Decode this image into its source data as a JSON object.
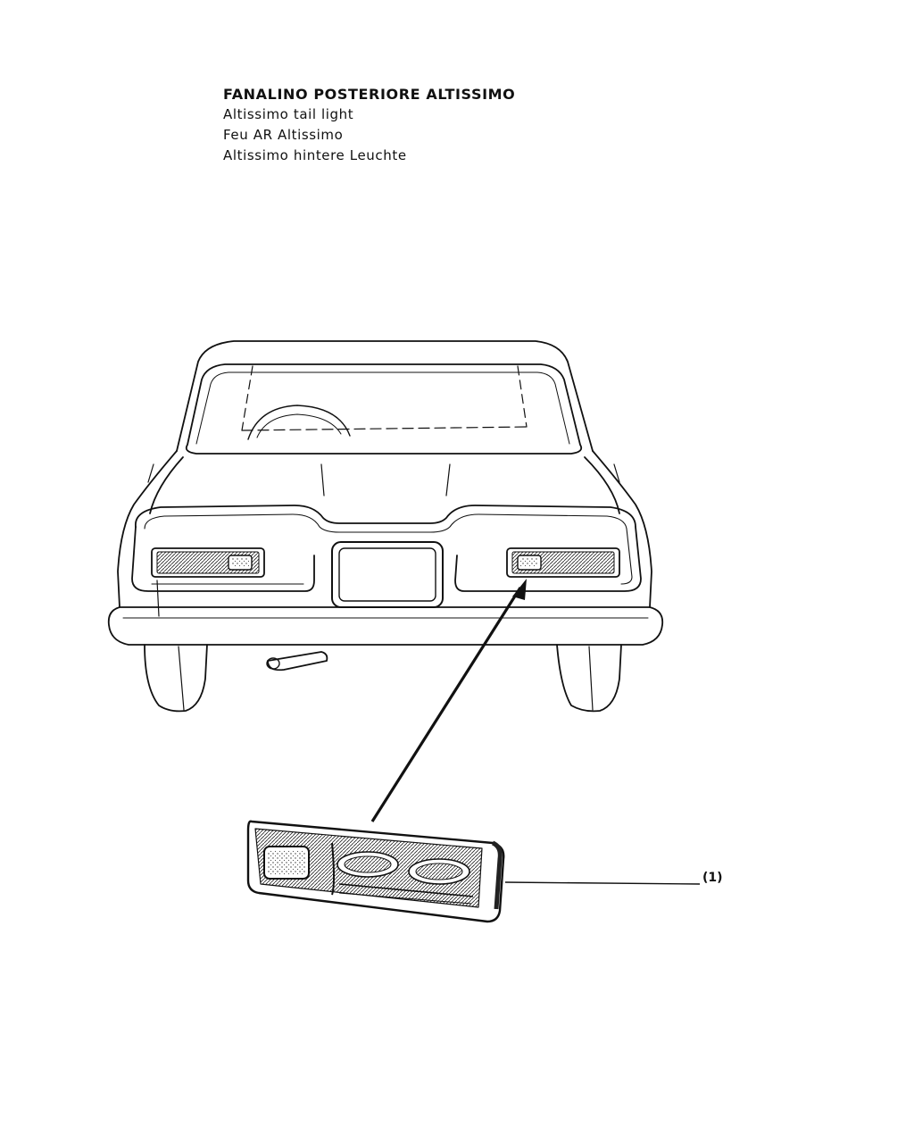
{
  "header": {
    "title_it": "FANALINO POSTERIORE ALTISSIMO",
    "title_en": "Altissimo tail light",
    "title_fr": "Feu AR Altissimo",
    "title_de": "Altissimo hintere Leuchte"
  },
  "callouts": [
    {
      "label": "(1)"
    }
  ]
}
